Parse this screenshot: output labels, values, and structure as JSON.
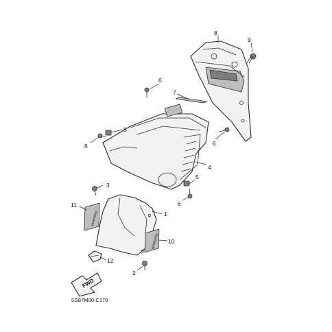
{
  "diagram": {
    "drawing_code": "5SB7M00-C170",
    "direction_label": "FWD",
    "sticker_text": "WARNING",
    "callouts": [
      "1",
      "2",
      "3",
      "4",
      "5",
      "5",
      "6",
      "6",
      "6",
      "6",
      "7",
      "8",
      "9",
      "10",
      "11",
      "12"
    ]
  }
}
